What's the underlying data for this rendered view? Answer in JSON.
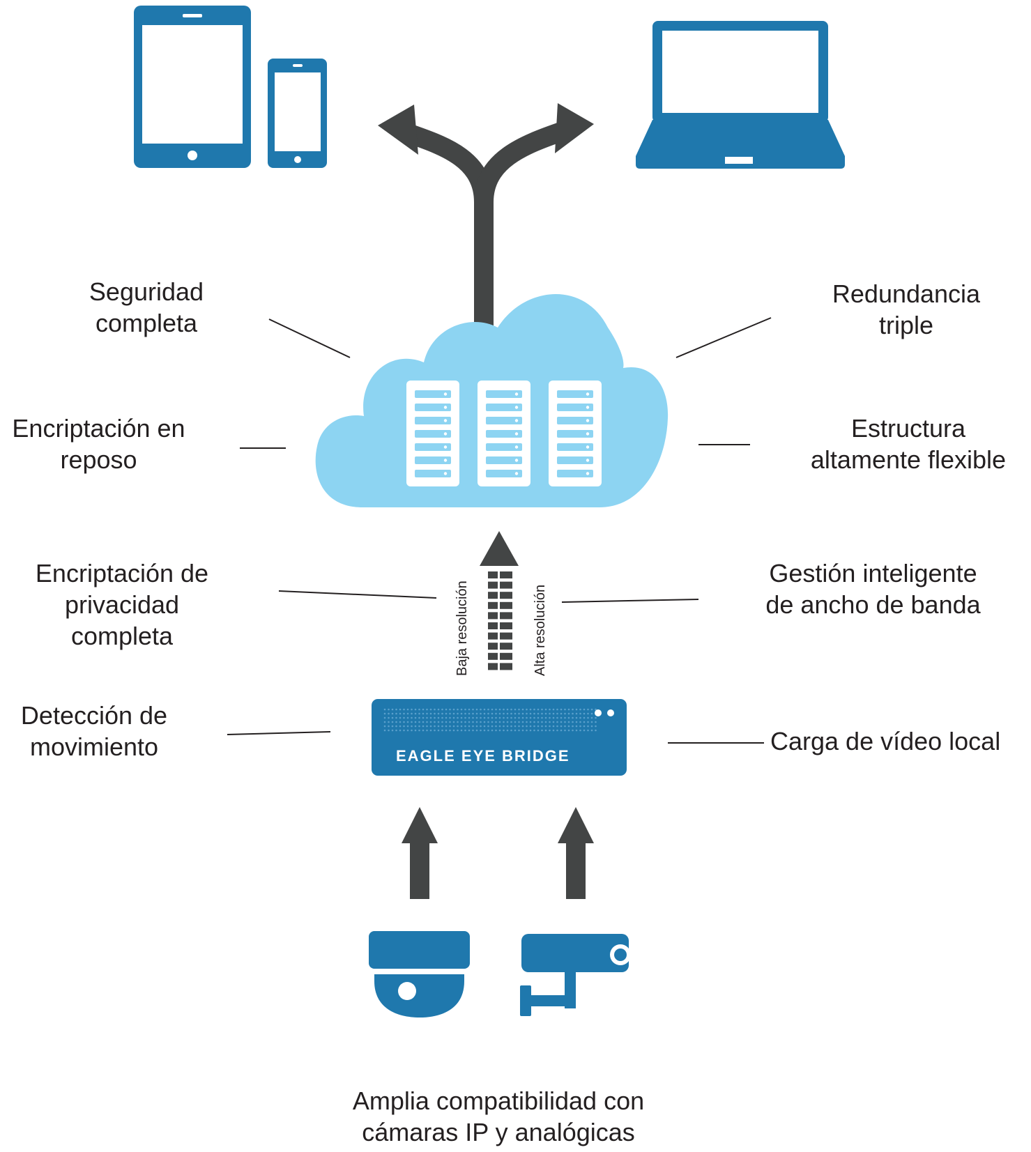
{
  "colors": {
    "device_blue": "#1f78ad",
    "cloud_blue": "#8dd4f2",
    "arrow_gray": "#434545",
    "line": "#231f20"
  },
  "icons": [
    "tablet-icon",
    "phone-icon",
    "laptop-icon",
    "split-arrow-icon",
    "cloud-icon",
    "server-icon",
    "dome-camera-icon",
    "bullet-camera-icon"
  ],
  "labels": {
    "security": "Seguridad\ncompleta",
    "redundancy": "Redundancia\ntriple",
    "encryption_rest": "Encriptación en\nreposo",
    "structure": "Estructura\naltamente flexible",
    "privacy": "Encriptación de\nprivacidad\ncompleta",
    "bandwidth": "Gestión inteligente\nde ancho de banda",
    "motion": "Detección de\nmovimiento",
    "local_upload": "Carga de vídeo local",
    "compatibility": "Amplia compatibilidad con\ncámaras IP y analógicas"
  },
  "stream": {
    "low_res": "Baja resolución",
    "high_res": "Alta resolución"
  },
  "bridge": {
    "name": "EAGLE EYE BRIDGE"
  }
}
